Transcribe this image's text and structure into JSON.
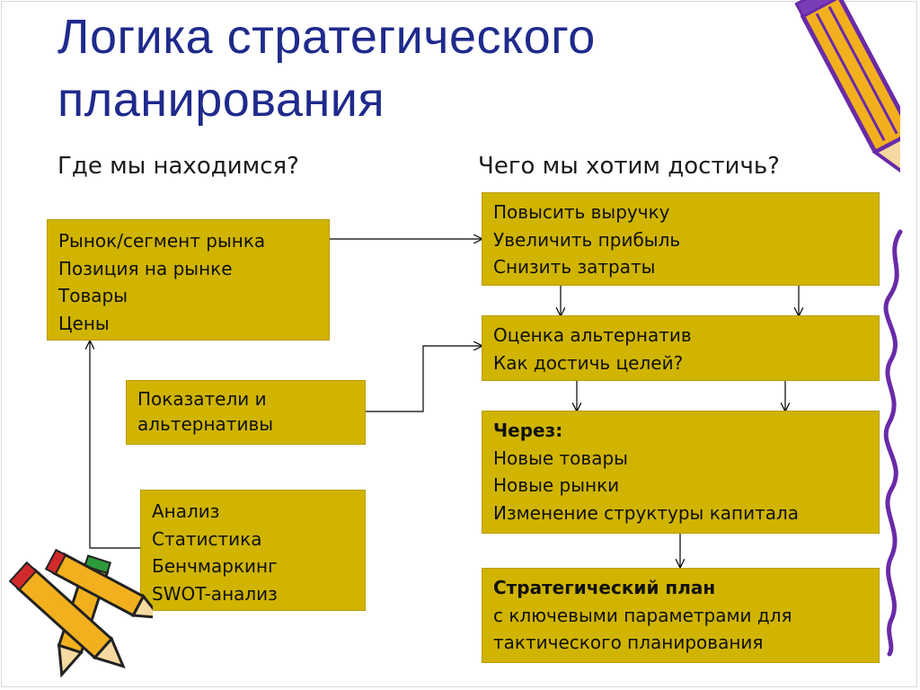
{
  "title": [
    "Логика стратегического",
    "планирования"
  ],
  "headings": {
    "left": "Где мы находимся?",
    "right": "Чего мы хотим достичь?"
  },
  "boxes": {
    "market": {
      "lines": [
        "Рынок/сегмент рынка",
        "Позиция на рынке",
        "Товары",
        "Цены"
      ]
    },
    "indicators": {
      "lines": [
        "Показатели и",
        "альтернативы"
      ]
    },
    "analysis": {
      "lines": [
        "Анализ",
        "Статистика",
        "Бенчмаркинг",
        "SWOT-анализ"
      ]
    },
    "goals": {
      "lines": [
        "Повысить выручку",
        "Увеличить прибыль",
        "Снизить затраты"
      ]
    },
    "alternatives": {
      "lines": [
        "Оценка альтернатив",
        "Как достичь целей?"
      ]
    },
    "through": {
      "header": "Через:",
      "lines": [
        "Новые товары",
        "Новые рынки",
        "Изменение структуры капитала"
      ]
    },
    "plan": {
      "header": "Стратегический план",
      "lines": [
        "с ключевыми параметрами для",
        "тактического планирования"
      ]
    }
  },
  "colors": {
    "box_fill": "#d0b400",
    "title": "#1f2a8c",
    "pencil_body": "#f2b01e",
    "pencil_outline": "#6a2aa8"
  },
  "decorations": [
    "pencil-icon",
    "pencil-icon",
    "pencil-icon",
    "squiggle-line"
  ]
}
